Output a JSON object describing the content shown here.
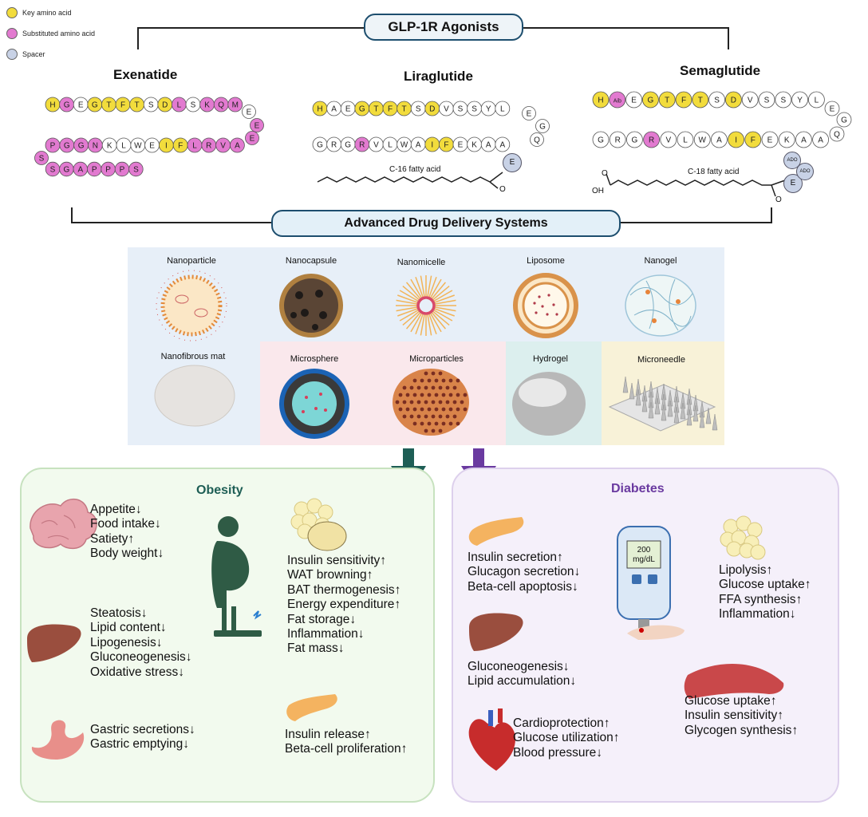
{
  "legend": [
    {
      "label": "Key amino acid",
      "color": "#f2dc3c"
    },
    {
      "label": "Substituted amino acid",
      "color": "#e27ad0"
    },
    {
      "label": "Spacer",
      "color": "#c8d2e6"
    }
  ],
  "title": "GLP-1R Agonists",
  "drugs": {
    "exenatide": {
      "name": "Exenatide"
    },
    "liraglutide": {
      "name": "Liraglutide",
      "fatty_acid": "C-16 fatty acid"
    },
    "semaglutide": {
      "name": "Semaglutide",
      "fatty_acid": "C-18 fatty acid"
    }
  },
  "sequences": {
    "exenatide_row1": {
      "letters": [
        "H",
        "G",
        "E",
        "G",
        "T",
        "F",
        "T",
        "S",
        "D",
        "L",
        "S",
        "K",
        "Q",
        "M"
      ],
      "types": [
        "k",
        "s",
        "n",
        "k",
        "k",
        "k",
        "k",
        "n",
        "k",
        "s",
        "n",
        "s",
        "s",
        "s"
      ]
    },
    "exenatide_tail": {
      "letters": [
        "E",
        "E",
        "E"
      ],
      "types": [
        "n",
        "s",
        "s"
      ]
    },
    "exenatide_row2": {
      "letters": [
        "P",
        "G",
        "G",
        "N",
        "K",
        "L",
        "W",
        "E",
        "I",
        "F",
        "L",
        "R",
        "V",
        "A"
      ],
      "types": [
        "s",
        "s",
        "s",
        "s",
        "n",
        "n",
        "n",
        "n",
        "k",
        "k",
        "s",
        "s",
        "s",
        "s"
      ]
    },
    "exenatide_row3": {
      "letters": [
        "S",
        "S",
        "G",
        "A",
        "P",
        "P",
        "P",
        "S"
      ],
      "types": [
        "s",
        "s",
        "s",
        "s",
        "s",
        "s",
        "s",
        "s"
      ]
    },
    "liraglutide_row1": {
      "letters": [
        "H",
        "A",
        "E",
        "G",
        "T",
        "F",
        "T",
        "S",
        "D",
        "V",
        "S",
        "S",
        "Y",
        "L"
      ],
      "types": [
        "k",
        "n",
        "n",
        "k",
        "k",
        "k",
        "k",
        "n",
        "k",
        "n",
        "n",
        "n",
        "n",
        "n"
      ]
    },
    "liraglutide_tail": {
      "letters": [
        "E",
        "G",
        "Q"
      ],
      "types": [
        "n",
        "n",
        "n"
      ]
    },
    "liraglutide_row2": {
      "letters": [
        "G",
        "R",
        "G",
        "R",
        "V",
        "L",
        "W",
        "A",
        "I",
        "F",
        "E",
        "K",
        "A",
        "A"
      ],
      "types": [
        "n",
        "n",
        "n",
        "s",
        "n",
        "n",
        "n",
        "n",
        "k",
        "k",
        "n",
        "n",
        "n",
        "n"
      ]
    },
    "semaglutide_row1": {
      "letters": [
        "H",
        "Aib",
        "E",
        "G",
        "T",
        "F",
        "T",
        "S",
        "D",
        "V",
        "S",
        "S",
        "Y",
        "L"
      ],
      "types": [
        "k",
        "s",
        "n",
        "k",
        "k",
        "k",
        "k",
        "n",
        "k",
        "n",
        "n",
        "n",
        "n",
        "n"
      ]
    },
    "semaglutide_tail": {
      "letters": [
        "E",
        "G",
        "Q"
      ],
      "types": [
        "n",
        "n",
        "n"
      ]
    },
    "semaglutide_row2": {
      "letters": [
        "G",
        "R",
        "G",
        "R",
        "V",
        "L",
        "W",
        "A",
        "I",
        "F",
        "E",
        "K",
        "A",
        "A"
      ],
      "types": [
        "n",
        "n",
        "n",
        "s",
        "n",
        "n",
        "n",
        "n",
        "k",
        "k",
        "n",
        "n",
        "n",
        "n"
      ]
    },
    "liraglutide_spacer": "E",
    "semaglutide_spacer": "E",
    "semaglutide_ado": [
      "ADO",
      "ADO"
    ],
    "semaglutide_acid_labels": {
      "o": "O",
      "oh": "OH"
    }
  },
  "delivery_title": "Advanced Drug Delivery Systems",
  "delivery_systems": [
    "Nanoparticle",
    "Nanocapsule",
    "Nanomicelle",
    "Liposome",
    "Nanogel",
    "Nanofibrous mat",
    "Microsphere",
    "Microparticles",
    "Hydrogel",
    "Microneedle"
  ],
  "obesity": {
    "title": "Obesity",
    "brain": [
      "Appetite↓",
      "Food intake↓",
      "Satiety↑",
      "Body weight↓"
    ],
    "liver": [
      "Steatosis↓",
      "Lipid content↓",
      "Lipogenesis↓",
      "Gluconeogenesis↓",
      "Oxidative stress↓"
    ],
    "stomach": [
      "Gastric secretions↓",
      "Gastric emptying↓"
    ],
    "adipose": [
      "Insulin sensitivity↑",
      "WAT browning↑",
      "BAT thermogenesis↑",
      "Energy expenditure↑",
      "Fat storage↓",
      "Inflammation↓",
      "Fat mass↓"
    ],
    "pancreas": [
      "Insulin release↑",
      "Beta-cell proliferation↑"
    ]
  },
  "diabetes": {
    "title": "Diabetes",
    "pancreas": [
      "Insulin secretion↑",
      "Glucagon secretion↓",
      "Beta-cell apoptosis↓"
    ],
    "meter": {
      "value": "200",
      "unit": "mg/dL"
    },
    "adipose": [
      "Lipolysis↑",
      "Glucose uptake↑",
      "FFA synthesis↑",
      "Inflammation↓"
    ],
    "liver": [
      "Gluconeogenesis↓",
      "Lipid accumulation↓"
    ],
    "heart": [
      "Cardioprotection↑",
      "Glucose utilization↑",
      "Blood pressure↓"
    ],
    "muscle": [
      "Glucose uptake↑",
      "Insulin sensitivity↑",
      "Glycogen synthesis↑"
    ]
  },
  "colors": {
    "key": "#f2dc3c",
    "substituted": "#e27ad0",
    "spacer": "#c8d2e6",
    "obesity_accent": "#1e5e55",
    "diabetes_accent": "#6a3aa0"
  }
}
